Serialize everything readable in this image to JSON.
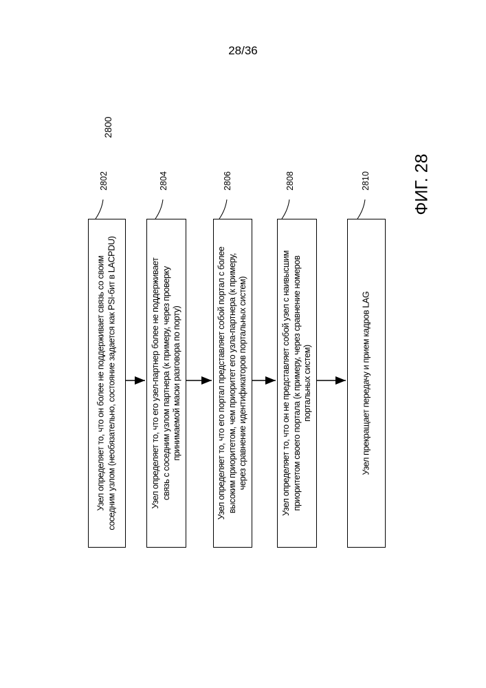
{
  "page_number": "28/36",
  "figure_ref": "2800",
  "figure_caption": "ФИГ. 28",
  "steps": [
    {
      "label": "2802",
      "lines": [
        "Узел определяет то, что он более не поддерживает связь со своим",
        "соседним узлом (необязательно, состояние задается как PSI-бит в LACPDU)"
      ]
    },
    {
      "label": "2804",
      "lines": [
        "Узел определяет то, что его узел-партнер более не поддерживает",
        "связь с соседним узлом партнера (к примеру, через проверку",
        "принимаемой маски разговора по порту)"
      ]
    },
    {
      "label": "2806",
      "lines": [
        "Узел определяет то, что его портал представляет собой портал с более",
        "высоким приоритетом, чем приоритет его узла-партнера (к примеру,",
        "через сравнение идентификаторов портальных систем)"
      ]
    },
    {
      "label": "2808",
      "lines": [
        "Узел определяет то, что он не представляет собой узел с наивысшим",
        "приоритетом своего портала (к примеру, через сравнение номеров",
        "портальных систем)"
      ]
    },
    {
      "label": "2810",
      "lines": [
        "Узел прекращает передачу и прием кадров LAG"
      ]
    }
  ]
}
